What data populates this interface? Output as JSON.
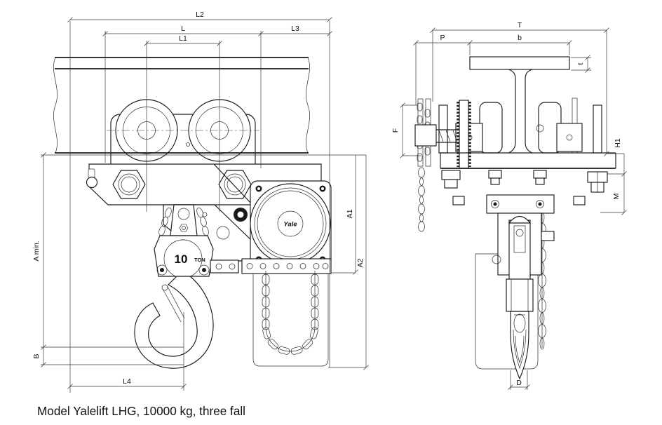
{
  "drawing": {
    "caption": "Model Yalelift LHG, 10000 kg, three fall",
    "hoist": {
      "brand": "Yale",
      "capacity": "10",
      "capacity_unit": "TON"
    },
    "front": {
      "dims": {
        "L2": "L2",
        "L": "L",
        "L1": "L1",
        "L3": "L3",
        "Amin": "A min.",
        "B": "B",
        "L4": "L4",
        "A1": "A1",
        "A2": "A2"
      }
    },
    "side": {
      "dims": {
        "T": "T",
        "P": "P",
        "b": "b",
        "t": "t",
        "F": "F",
        "H1": "H1",
        "M": "M",
        "D": "D"
      }
    }
  }
}
